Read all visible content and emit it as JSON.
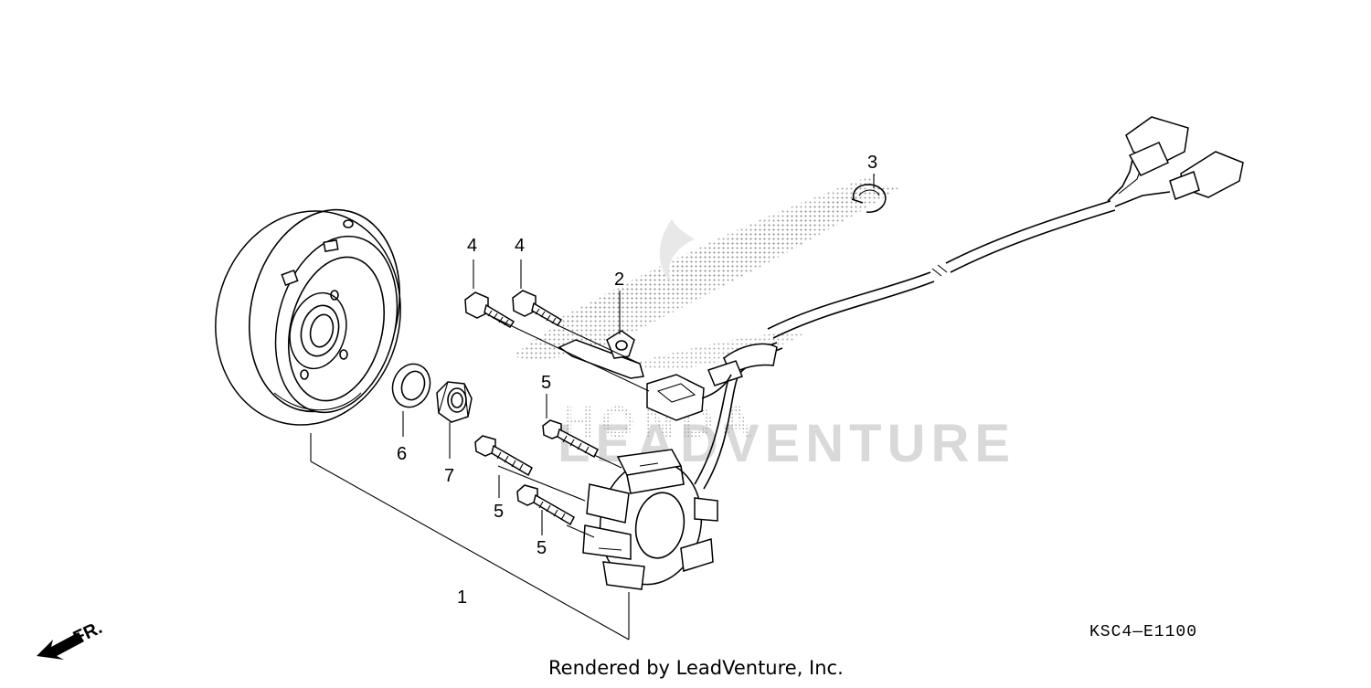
{
  "diagram": {
    "callouts": {
      "part1": "1",
      "part2": "2",
      "part3": "3",
      "part4a": "4",
      "part4b": "4",
      "part5a": "5",
      "part5b": "5",
      "part5c": "5",
      "part6": "6",
      "part7": "7"
    },
    "direction_label": "FR.",
    "diagram_code": "KSC4—E1100",
    "footer": "Rendered by LeadVenture, Inc.",
    "watermark_text": "LEADVENTURE",
    "watermark_brand": "HONDA"
  }
}
